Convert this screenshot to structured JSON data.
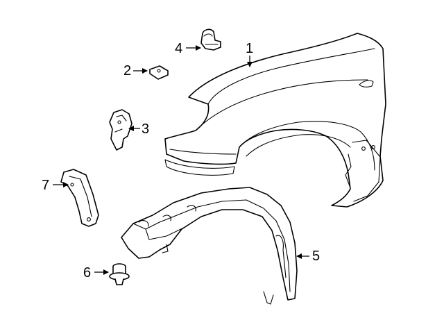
{
  "diagram": {
    "callouts": [
      {
        "id": "1",
        "label": "1"
      },
      {
        "id": "2",
        "label": "2"
      },
      {
        "id": "3",
        "label": "3"
      },
      {
        "id": "4",
        "label": "4"
      },
      {
        "id": "5",
        "label": "5"
      },
      {
        "id": "6",
        "label": "6"
      },
      {
        "id": "7",
        "label": "7"
      }
    ],
    "colors": {
      "line": "#000000",
      "background": "#ffffff"
    }
  }
}
